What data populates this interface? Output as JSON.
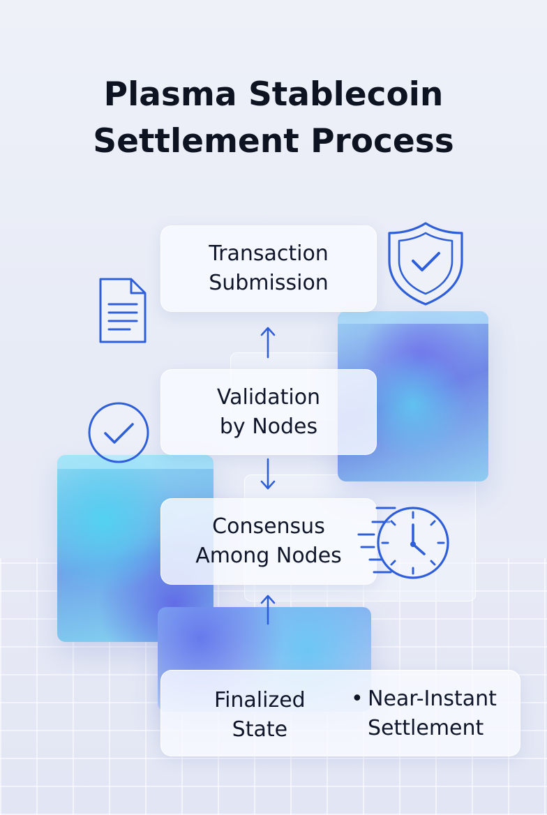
{
  "title": {
    "line1": "Plasma Stablecoin",
    "line2": "Settlement Process"
  },
  "steps": [
    {
      "label": "Transaction\nSubmission"
    },
    {
      "label": "Validation\nby Nodes"
    },
    {
      "label": "Consensus\nAmong Nodes"
    },
    {
      "label": "Finalized\nState"
    }
  ],
  "note": {
    "bullet": "•",
    "label": "Near-Instant\nSettlement"
  },
  "icons": [
    "document-icon",
    "shield-check-icon",
    "checkmark-circle-icon",
    "fast-clock-icon"
  ],
  "colors": {
    "accent": "#2f5fd8",
    "text": "#10162a"
  }
}
